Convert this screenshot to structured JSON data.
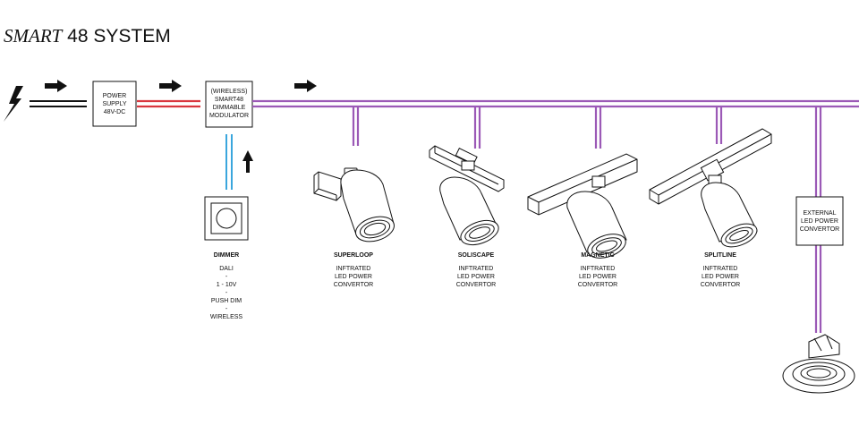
{
  "title": {
    "italic": "SMART",
    "rest": "48 SYSTEM"
  },
  "colors": {
    "ink": "#111111",
    "dc_line": "#d9363e",
    "bus": "#9b59b6",
    "control": "#3aa6dd"
  },
  "power_source": {
    "icon": "lightning-bolt-icon"
  },
  "boxes": {
    "power_supply": [
      "POWER",
      "SUPPLY",
      "48V-DC"
    ],
    "modulator": [
      "(WIRELESS)",
      "SMART48",
      "DIMMABLE",
      "MODULATOR"
    ],
    "external_converter": [
      "EXTERNAL",
      "LED POWER",
      "CONVERTOR"
    ]
  },
  "dimmer": {
    "title": "DIMMER",
    "options": [
      "DALI",
      "-",
      "1 - 10V",
      "-",
      "PUSH DIM",
      "-",
      "WIRELESS"
    ]
  },
  "fixtures": [
    {
      "name": "SUPERLOOP",
      "lines": [
        "INFTRATED",
        "LED POWER",
        "CONVERTOR"
      ]
    },
    {
      "name": "SOLISCAPE",
      "lines": [
        "INFTRATED",
        "LED POWER",
        "CONVERTOR"
      ]
    },
    {
      "name": "MAGNETIC",
      "lines": [
        "INFTRATED",
        "LED POWER",
        "CONVERTOR"
      ]
    },
    {
      "name": "SPLITLINE",
      "lines": [
        "INFTRATED",
        "LED POWER",
        "CONVERTOR"
      ]
    }
  ]
}
